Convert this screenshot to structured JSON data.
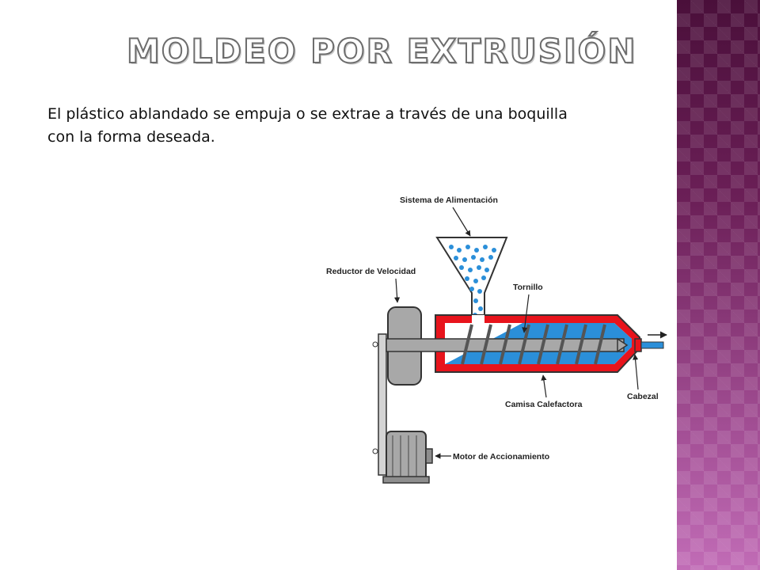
{
  "slide": {
    "title": "MOLDEO POR EXTRUSIÓN",
    "body": "El plástico ablandado se empuja o se extrae a través de una boquilla con la forma deseada."
  },
  "diagram": {
    "labels": {
      "feed_system": "Sistema de Alimentación",
      "speed_reducer": "Reductor de Velocidad",
      "screw": "Tornillo",
      "heating_jacket": "Camisa Calefactora",
      "head": "Cabezal",
      "drive_motor": "Motor de Accionamiento"
    },
    "colors": {
      "barrel_heater": "#e8141c",
      "molten_plastic": "#2b8fd9",
      "pellets": "#2b8fd9",
      "machine_gray": "#a8a8a8"
    }
  },
  "theme": {
    "side_panel_color": "#7a2a66"
  }
}
